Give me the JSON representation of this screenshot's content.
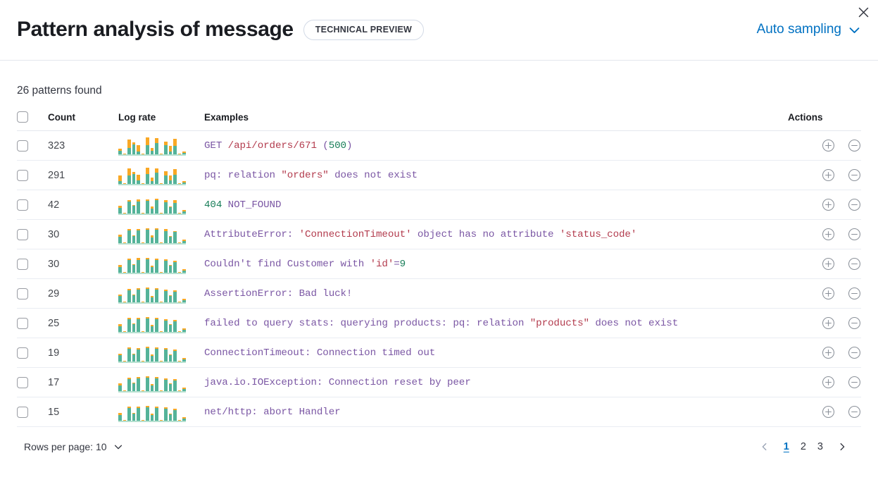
{
  "header": {
    "title": "Pattern analysis of message",
    "badge": "TECHNICAL PREVIEW",
    "sampling_label": "Auto sampling",
    "close_icon": "close-icon",
    "chevron_icon": "chevron-down-icon"
  },
  "summary": {
    "patterns_found": "26 patterns found"
  },
  "table": {
    "columns": {
      "select_all": "",
      "count": "Count",
      "log_rate": "Log rate",
      "examples": "Examples",
      "actions": "Actions"
    },
    "rows": [
      {
        "count": "323",
        "example_plain": "GET /api/orders/671 (500)",
        "tokens": [
          {
            "t": "GET ",
            "c": "plain"
          },
          {
            "t": "/api/orders/671",
            "c": "str"
          },
          {
            "t": " (",
            "c": "plain"
          },
          {
            "t": "500",
            "c": "num"
          },
          {
            "t": ")",
            "c": "plain"
          }
        ],
        "spark": [
          [
            5,
            3
          ],
          [
            0,
            1
          ],
          [
            9,
            12
          ],
          [
            14,
            3
          ],
          [
            4,
            9
          ],
          [
            0,
            1
          ],
          [
            13,
            11
          ],
          [
            5,
            4
          ],
          [
            16,
            7
          ],
          [
            0,
            1
          ],
          [
            13,
            5
          ],
          [
            4,
            8
          ],
          [
            12,
            10
          ],
          [
            0,
            1
          ],
          [
            2,
            2
          ]
        ]
      },
      {
        "count": "291",
        "example_plain": "pq: relation \"orders\" does not exist",
        "tokens": [
          {
            "t": "pq: relation ",
            "c": "plain"
          },
          {
            "t": "\"orders\"",
            "c": "str"
          },
          {
            "t": " does not exist",
            "c": "plain"
          }
        ],
        "spark": [
          [
            4,
            8
          ],
          [
            0,
            1
          ],
          [
            12,
            10
          ],
          [
            14,
            3
          ],
          [
            5,
            8
          ],
          [
            0,
            1
          ],
          [
            14,
            9
          ],
          [
            4,
            5
          ],
          [
            16,
            6
          ],
          [
            0,
            1
          ],
          [
            12,
            6
          ],
          [
            5,
            7
          ],
          [
            13,
            8
          ],
          [
            0,
            1
          ],
          [
            2,
            2
          ]
        ]
      },
      {
        "count": "42",
        "example_plain": "404 NOT_FOUND",
        "tokens": [
          {
            "t": "404",
            "c": "num"
          },
          {
            "t": " NOT_FOUND",
            "c": "plain"
          }
        ],
        "spark": [
          [
            8,
            3
          ],
          [
            0,
            1
          ],
          [
            17,
            2
          ],
          [
            11,
            1
          ],
          [
            17,
            3
          ],
          [
            0,
            1
          ],
          [
            18,
            2
          ],
          [
            7,
            3
          ],
          [
            19,
            2
          ],
          [
            0,
            1
          ],
          [
            16,
            3
          ],
          [
            9,
            1
          ],
          [
            15,
            4
          ],
          [
            0,
            1
          ],
          [
            3,
            2
          ]
        ]
      },
      {
        "count": "30",
        "example_plain": "AttributeError: 'ConnectionTimeout' object has no attribute 'status_code'",
        "tokens": [
          {
            "t": "AttributeError: ",
            "c": "plain"
          },
          {
            "t": "'ConnectionTimeout'",
            "c": "str"
          },
          {
            "t": " object has no attribute ",
            "c": "plain"
          },
          {
            "t": "'status_code'",
            "c": "str"
          }
        ],
        "spark": [
          [
            9,
            3
          ],
          [
            0,
            1
          ],
          [
            18,
            2
          ],
          [
            10,
            1
          ],
          [
            18,
            2
          ],
          [
            0,
            1
          ],
          [
            19,
            2
          ],
          [
            8,
            3
          ],
          [
            19,
            2
          ],
          [
            0,
            1
          ],
          [
            17,
            3
          ],
          [
            9,
            1
          ],
          [
            16,
            1
          ],
          [
            0,
            1
          ],
          [
            3,
            2
          ]
        ]
      },
      {
        "count": "30",
        "example_plain": "Couldn't find Customer with 'id'=9",
        "tokens": [
          {
            "t": "Couldn't find Customer with ",
            "c": "plain"
          },
          {
            "t": "'id'",
            "c": "str"
          },
          {
            "t": "=",
            "c": "plain"
          },
          {
            "t": "9",
            "c": "num"
          }
        ],
        "spark": [
          [
            8,
            3
          ],
          [
            0,
            1
          ],
          [
            18,
            2
          ],
          [
            11,
            1
          ],
          [
            18,
            3
          ],
          [
            0,
            1
          ],
          [
            19,
            2
          ],
          [
            8,
            2
          ],
          [
            18,
            2
          ],
          [
            0,
            1
          ],
          [
            17,
            2
          ],
          [
            10,
            1
          ],
          [
            15,
            2
          ],
          [
            0,
            1
          ],
          [
            3,
            2
          ]
        ]
      },
      {
        "count": "29",
        "example_plain": "AssertionError: Bad luck!",
        "tokens": [
          {
            "t": "AssertionError: Bad luck!",
            "c": "plain"
          }
        ],
        "spark": [
          [
            9,
            2
          ],
          [
            0,
            1
          ],
          [
            17,
            2
          ],
          [
            10,
            1
          ],
          [
            18,
            2
          ],
          [
            0,
            1
          ],
          [
            19,
            2
          ],
          [
            7,
            2
          ],
          [
            18,
            2
          ],
          [
            0,
            1
          ],
          [
            16,
            2
          ],
          [
            9,
            1
          ],
          [
            15,
            2
          ],
          [
            0,
            1
          ],
          [
            3,
            2
          ]
        ]
      },
      {
        "count": "25",
        "example_plain": "failed to query stats: querying products: pq: relation \"products\" does not exist",
        "tokens": [
          {
            "t": "failed to query stats: querying products: pq: relation ",
            "c": "plain"
          },
          {
            "t": "\"products\"",
            "c": "str"
          },
          {
            "t": " does not exist",
            "c": "plain"
          }
        ],
        "spark": [
          [
            8,
            3
          ],
          [
            0,
            1
          ],
          [
            18,
            2
          ],
          [
            11,
            1
          ],
          [
            18,
            2
          ],
          [
            0,
            1
          ],
          [
            19,
            2
          ],
          [
            8,
            2
          ],
          [
            18,
            2
          ],
          [
            0,
            1
          ],
          [
            16,
            2
          ],
          [
            10,
            1
          ],
          [
            15,
            2
          ],
          [
            0,
            1
          ],
          [
            3,
            2
          ]
        ]
      },
      {
        "count": "19",
        "example_plain": "ConnectionTimeout: Connection timed out",
        "tokens": [
          {
            "t": "ConnectionTimeout: Connection timed out",
            "c": "plain"
          }
        ],
        "spark": [
          [
            9,
            2
          ],
          [
            0,
            1
          ],
          [
            18,
            2
          ],
          [
            10,
            1
          ],
          [
            17,
            2
          ],
          [
            0,
            1
          ],
          [
            19,
            2
          ],
          [
            8,
            2
          ],
          [
            18,
            2
          ],
          [
            0,
            1
          ],
          [
            17,
            2
          ],
          [
            9,
            1
          ],
          [
            15,
            2
          ],
          [
            0,
            1
          ],
          [
            3,
            2
          ]
        ]
      },
      {
        "count": "17",
        "example_plain": "java.io.IOException: Connection reset by peer",
        "tokens": [
          {
            "t": "java.io.IOException: Connection reset by peer",
            "c": "plain"
          }
        ],
        "spark": [
          [
            8,
            3
          ],
          [
            0,
            1
          ],
          [
            17,
            2
          ],
          [
            11,
            1
          ],
          [
            18,
            2
          ],
          [
            0,
            1
          ],
          [
            19,
            2
          ],
          [
            8,
            2
          ],
          [
            18,
            2
          ],
          [
            0,
            1
          ],
          [
            16,
            2
          ],
          [
            10,
            1
          ],
          [
            15,
            2
          ],
          [
            0,
            1
          ],
          [
            3,
            2
          ]
        ]
      },
      {
        "count": "15",
        "example_plain": "net/http: abort Handler",
        "tokens": [
          {
            "t": "net/http: abort Handler",
            "c": "plain"
          }
        ],
        "spark": [
          [
            8,
            3
          ],
          [
            0,
            1
          ],
          [
            18,
            2
          ],
          [
            10,
            1
          ],
          [
            18,
            2
          ],
          [
            0,
            1
          ],
          [
            19,
            2
          ],
          [
            8,
            2
          ],
          [
            18,
            2
          ],
          [
            0,
            1
          ],
          [
            17,
            2
          ],
          [
            9,
            1
          ],
          [
            15,
            2
          ],
          [
            0,
            1
          ],
          [
            3,
            2
          ]
        ]
      }
    ],
    "row_action_add_icon": "plus-in-circle-icon",
    "row_action_remove_icon": "minus-in-circle-icon"
  },
  "footer": {
    "rows_per_page_label": "Rows per page: 10",
    "prev_icon": "chevron-left-icon",
    "next_icon": "chevron-right-icon",
    "pages": [
      "1",
      "2",
      "3"
    ],
    "active_page": "1"
  },
  "colors": {
    "accent_blue": "#0071c2",
    "bar_teal": "#54b399",
    "bar_orange": "#f9a825",
    "token_plain": "#7b57a4",
    "token_string": "#b33c4e",
    "token_number": "#1a7f5a"
  }
}
